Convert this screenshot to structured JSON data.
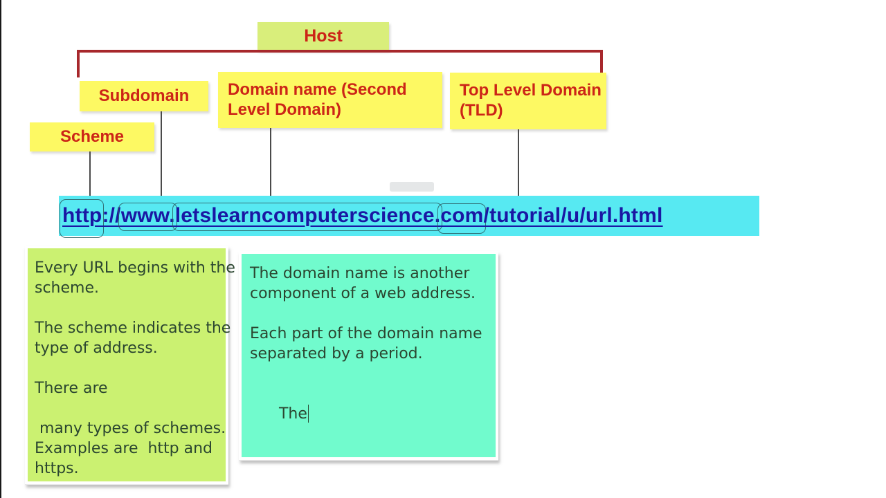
{
  "diagram": {
    "labels": {
      "host": "Host",
      "subdomain": "Subdomain",
      "domain": "Domain name (Second Level Domain)",
      "tld": "Top Level Domain (TLD)",
      "scheme": "Scheme"
    },
    "url": {
      "full": "http://www.letslearncomputerscience.com/tutorial/u/url.html",
      "segments": [
        "http",
        "://",
        "www.",
        "letslearncomputerscience.",
        "com",
        "/tutorial/u/url.html"
      ]
    },
    "notes": {
      "scheme_note": {
        "lines": [
          "Every URL begins with the",
          "scheme.",
          "",
          "The scheme indicates the",
          "type of address.",
          "",
          "There are",
          "",
          " many types of schemes.",
          "Examples are  http and",
          "https."
        ]
      },
      "domain_note": {
        "lines": [
          "The domain name is another",
          "component of a web address.",
          "",
          "Each part of the domain name",
          "separated by a period.",
          "",
          "The"
        ]
      }
    },
    "colors": {
      "host_box_fill": "#d9ee7b",
      "label_box_fill": "#fdf963",
      "label_text": "#cc2517",
      "bracket_line": "#a7282c",
      "url_bar_fill": "#57e9f2",
      "url_text": "#1a17a3",
      "scheme_note_fill": "#cbf171",
      "domain_note_fill": "#71fbcd",
      "note_text": "#2b4630"
    }
  }
}
